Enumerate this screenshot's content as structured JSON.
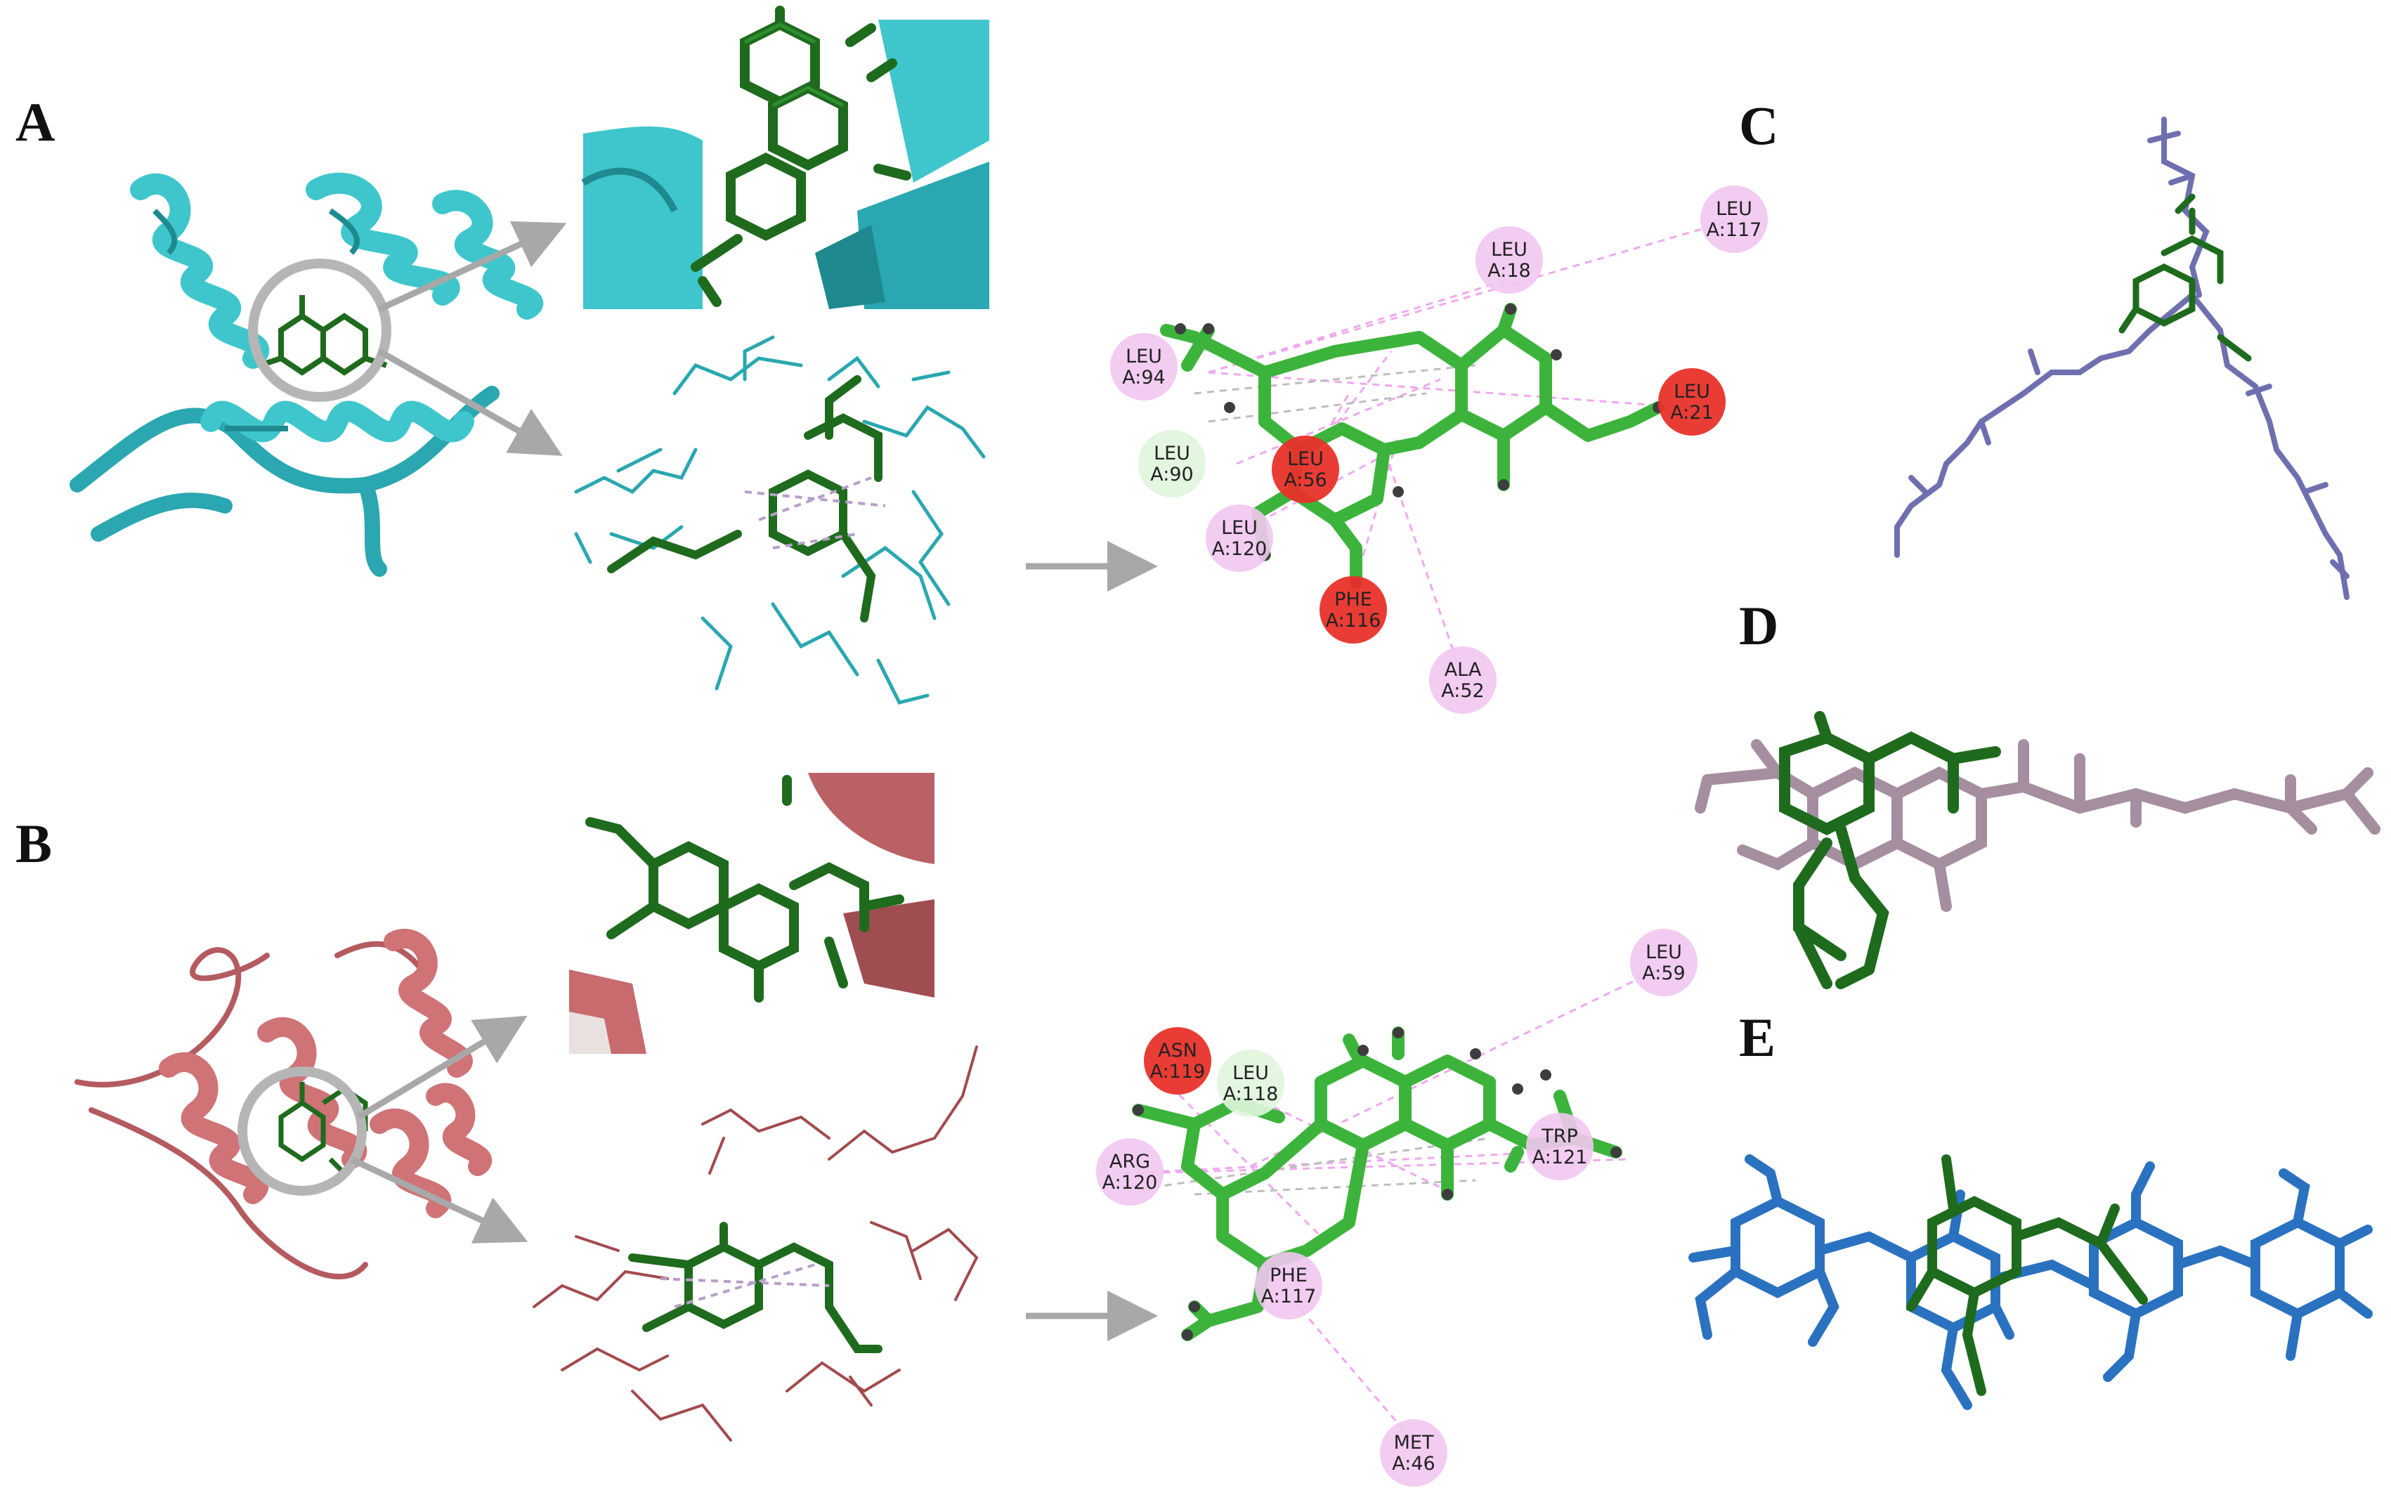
{
  "panels": {
    "A": "A",
    "B": "B",
    "C": "C",
    "D": "D",
    "E": "E"
  },
  "colors": {
    "protein_A": "#3bbcc4",
    "protein_B": "#c86a6e",
    "ligand": "#1e6b1e",
    "ligand_2d": "#3cb43c",
    "hydrophobic": "#f1c6f0",
    "unfavorable": "#e8322a",
    "vdw": "#dff5dd",
    "c_ligand": "#6f6fb0",
    "d_ligand": "#a48e9f",
    "e_ligand": "#2a72c0",
    "arrow": "#a8a8a8"
  },
  "interactions_A": [
    {
      "res": "LEU",
      "pos": "A:117",
      "type": "hydrophobic"
    },
    {
      "res": "LEU",
      "pos": "A:18",
      "type": "hydrophobic"
    },
    {
      "res": "LEU",
      "pos": "A:94",
      "type": "hydrophobic"
    },
    {
      "res": "LEU",
      "pos": "A:21",
      "type": "unfavorable"
    },
    {
      "res": "LEU",
      "pos": "A:90",
      "type": "vdw"
    },
    {
      "res": "LEU",
      "pos": "A:56",
      "type": "unfavorable"
    },
    {
      "res": "LEU",
      "pos": "A:120",
      "type": "hydrophobic"
    },
    {
      "res": "PHE",
      "pos": "A:116",
      "type": "unfavorable"
    },
    {
      "res": "ALA",
      "pos": "A:52",
      "type": "hydrophobic"
    }
  ],
  "interactions_B": [
    {
      "res": "LEU",
      "pos": "A:59",
      "type": "hydrophobic"
    },
    {
      "res": "ASN",
      "pos": "A:119",
      "type": "unfavorable"
    },
    {
      "res": "LEU",
      "pos": "A:118",
      "type": "vdw"
    },
    {
      "res": "TRP",
      "pos": "A:121",
      "type": "hydrophobic"
    },
    {
      "res": "ARG",
      "pos": "A:120",
      "type": "hydrophobic"
    },
    {
      "res": "PHE",
      "pos": "A:117",
      "type": "hydrophobic"
    },
    {
      "res": "MET",
      "pos": "A:46",
      "type": "hydrophobic"
    }
  ]
}
